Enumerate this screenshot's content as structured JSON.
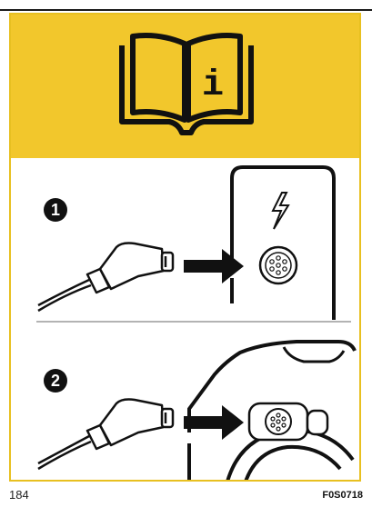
{
  "header": {
    "icon": "manual-info-icon",
    "info_glyph": "i",
    "background_color": "#f2c72c"
  },
  "steps": [
    {
      "number": "1",
      "description_icons": [
        "charging-plug-icon",
        "arrow-right-icon",
        "charging-socket-icon",
        "lightning-icon"
      ]
    },
    {
      "number": "2",
      "description_icons": [
        "charging-plug-icon",
        "arrow-right-icon",
        "vehicle-charging-port-icon"
      ]
    }
  ],
  "footer": {
    "page_number": "184",
    "figure_code": "F0S0718"
  }
}
